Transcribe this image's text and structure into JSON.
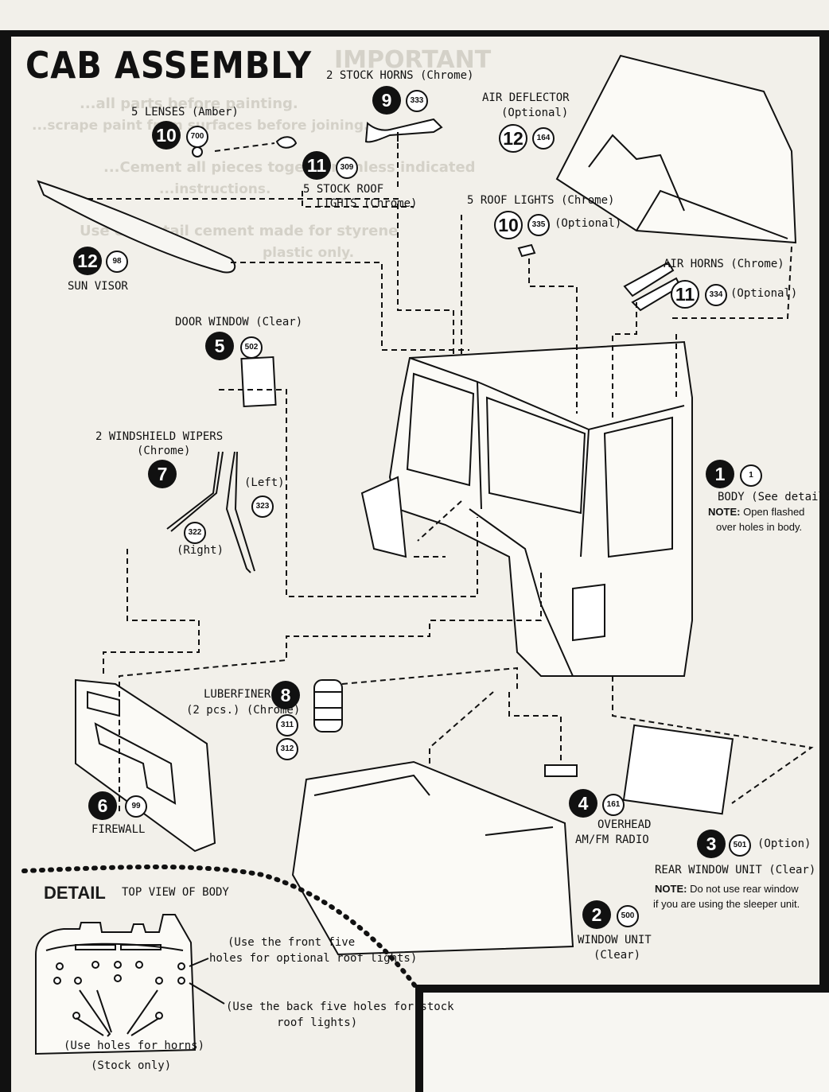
{
  "title": "CAB ASSEMBLY",
  "background_text": {
    "important": "IMPORTANT",
    "line1": "...all parts before painting.",
    "line2": "...scrape paint from surfaces before joining.",
    "line3": "...Cement all pieces together unless indicated",
    "line4": "...instructions.",
    "line5": "Use extra-tail cement made for styrene",
    "line6": "plastic only."
  },
  "parts": {
    "stock_horns": {
      "label": "2 STOCK HORNS (Chrome)",
      "step": "9",
      "part_no": "333"
    },
    "lenses": {
      "label": "5 LENSES (Amber)",
      "step": "10",
      "part_no": "700"
    },
    "stock_roof_lights": {
      "line1": "5 STOCK ROOF",
      "line2": "LIGHTS (Chrome)",
      "step": "11",
      "part_no": "309"
    },
    "air_deflector": {
      "line1": "AIR DEFLECTOR",
      "line2": "(Optional)",
      "step": "12",
      "part_no": "164"
    },
    "roof_lights": {
      "label": "5 ROOF LIGHTS (Chrome)",
      "step": "10",
      "part_no": "335",
      "extra": "(Optional)"
    },
    "sun_visor": {
      "label": "SUN VISOR",
      "step": "12",
      "part_no": "98"
    },
    "air_horns": {
      "label": "AIR HORNS (Chrome)",
      "step": "11",
      "part_no": "334",
      "extra": "(Optional)"
    },
    "door_window": {
      "label": "DOOR WINDOW (Clear)",
      "step": "5",
      "part_no": "502"
    },
    "wipers": {
      "line1": "2 WINDSHIELD WIPERS",
      "line2": "(Chrome)",
      "step": "7",
      "left_label": "(Left)",
      "left_no": "323",
      "right_label": "(Right)",
      "right_no": "322"
    },
    "body": {
      "label": "BODY (See detail)",
      "step": "1",
      "part_no": "1",
      "note_bold": "NOTE:",
      "note1": "Open flashed",
      "note2": "over holes in body."
    },
    "luberfiner": {
      "line1": "LUBERFINER",
      "line2": "(2 pcs.) (Chrome)",
      "step": "8",
      "part_no_a": "311",
      "part_no_b": "312"
    },
    "firewall": {
      "label": "FIREWALL",
      "step": "6",
      "part_no": "99"
    },
    "radio": {
      "line1": "OVERHEAD",
      "line2": "AM/FM RADIO",
      "step": "4",
      "part_no": "161"
    },
    "rear_window": {
      "label": "REAR WINDOW UNIT (Clear)",
      "step": "3",
      "part_no": "501",
      "extra": "(Option)",
      "note_bold": "NOTE:",
      "note1": "Do not use rear window",
      "note2": "if you are using the sleeper unit."
    },
    "window_unit": {
      "line1": "WINDOW UNIT",
      "line2": "(Clear)",
      "step": "2",
      "part_no": "500"
    }
  },
  "detail": {
    "heading": "DETAIL",
    "subheading": "TOP VIEW OF BODY",
    "front_line1": "(Use the front five",
    "front_line2": "holes for optional roof lights)",
    "back_line1": "(Use the back five holes for stock",
    "back_line2": "roof lights)",
    "horns_line1": "(Use holes for horns)",
    "horns_line2": "(Stock only)"
  }
}
